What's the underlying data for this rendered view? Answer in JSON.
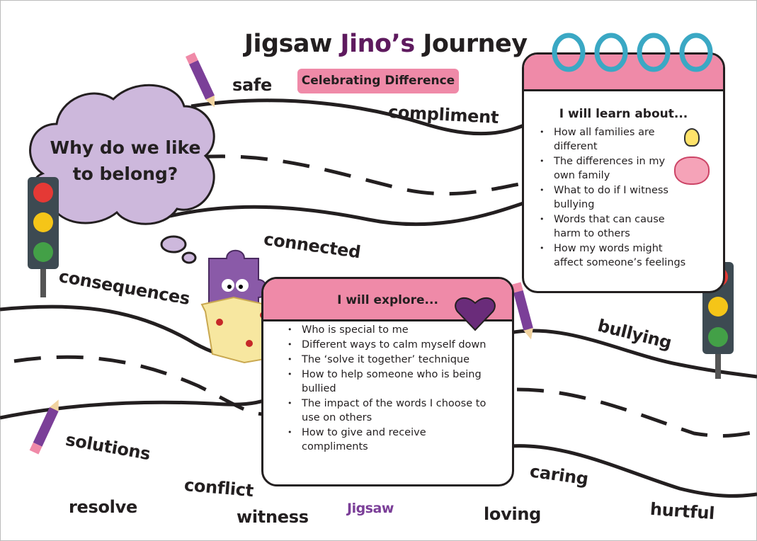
{
  "title": {
    "part1": "Jigsaw",
    "part2": "Jino’s",
    "part3": "Journey"
  },
  "badge": "Celebrating Difference",
  "question": "Why do we like to belong?",
  "learn": {
    "heading": "I will learn about...",
    "items": [
      "How all families are different",
      "The differences in my own family",
      "What to do if I witness bullying",
      "Words that can cause harm to others",
      "How my words might affect someone’s feelings"
    ]
  },
  "explore": {
    "heading": "I will explore...",
    "items": [
      "Who is special to me",
      "Different ways to calm myself down",
      "The ‘solve it together’ technique",
      "How to help someone who is being bullied",
      "The impact of the words I choose to use on others",
      "How to give and receive compliments"
    ]
  },
  "words": {
    "safe": "safe",
    "compliment": "compliment",
    "connected": "connected",
    "consequences": "consequences",
    "bullying": "bullying",
    "solutions": "solutions",
    "conflict": "conflict",
    "resolve": "resolve",
    "witness": "witness",
    "caring": "caring",
    "loving": "loving",
    "hurtful": "hurtful"
  },
  "logo": "Jigsaw",
  "colors": {
    "pink": "#ef8aa8",
    "purple": "#5e1a5e",
    "cloud": "#cdb8dc"
  }
}
